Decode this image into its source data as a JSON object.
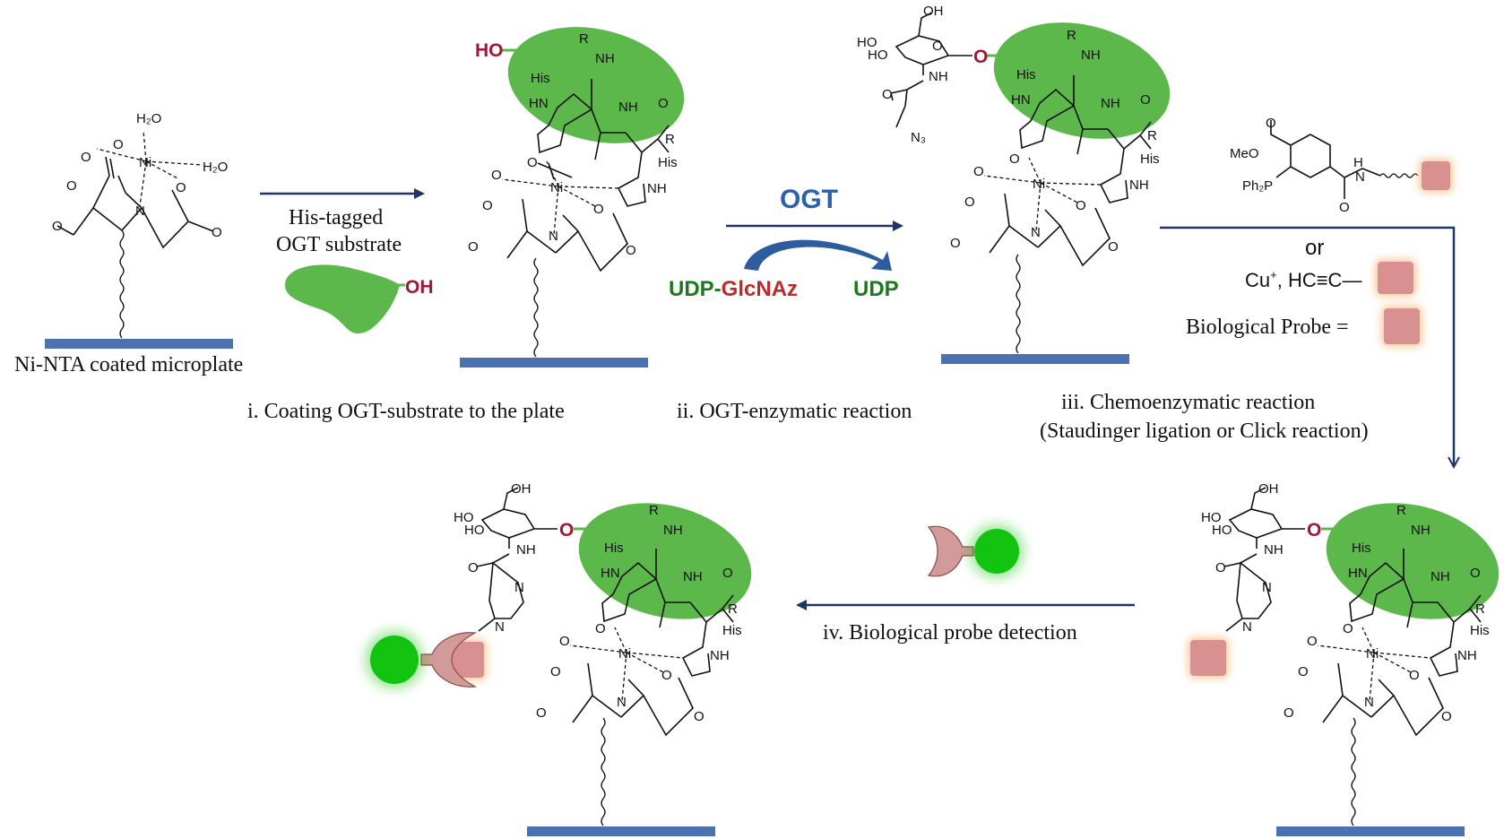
{
  "colors": {
    "plate": "#4a72b0",
    "protein": "#5cb84a",
    "arrow": "#1f3566",
    "ogt_text": "#2c62ad",
    "udp_green": "#1c7a1c",
    "glcnaz_red": "#c0282a",
    "oxygen_red": "#a0183a",
    "probe_fill": "#d89090",
    "probe_glow": "#f4c08a",
    "detector_green": "#12c40f",
    "antibody": "#d39a9a"
  },
  "steps": {
    "plate_label": "Ni-NTA coated microplate",
    "step1_arrow_label_line1": "His-tagged",
    "step1_arrow_label_line2": "OGT substrate",
    "step1_caption": "i. Coating OGT-substrate to the plate",
    "step2_enzyme": "OGT",
    "step2_donor_udp": "UDP-",
    "step2_donor_sugar": "GlcNAz",
    "step2_product": "UDP",
    "step2_caption": "ii. OGT-enzymatic reaction",
    "step3_caption_line1": "iii. Chemoenzymatic reaction",
    "step3_caption_line2": "(Staudinger ligation or Click reaction)",
    "step3_or": "or",
    "step3_cu": "Cu",
    "step3_cu_sup": "+",
    "step3_alkyne": ", HC≡C—",
    "step3_probe_eq": "Biological Probe  =",
    "step4_caption": "iv. Biological probe detection"
  },
  "chem": {
    "OH": "OH",
    "HO": "HO",
    "O": "O",
    "O_minus": "O",
    "Ni": "Ni",
    "N": "N",
    "NH": "NH",
    "HN": "HN",
    "R": "R",
    "His": "His",
    "H2O": "H₂O",
    "N3": "N₃",
    "MeO": "MeO",
    "Ph2P": "Ph₂P",
    "H": "H",
    "minus": "−"
  }
}
